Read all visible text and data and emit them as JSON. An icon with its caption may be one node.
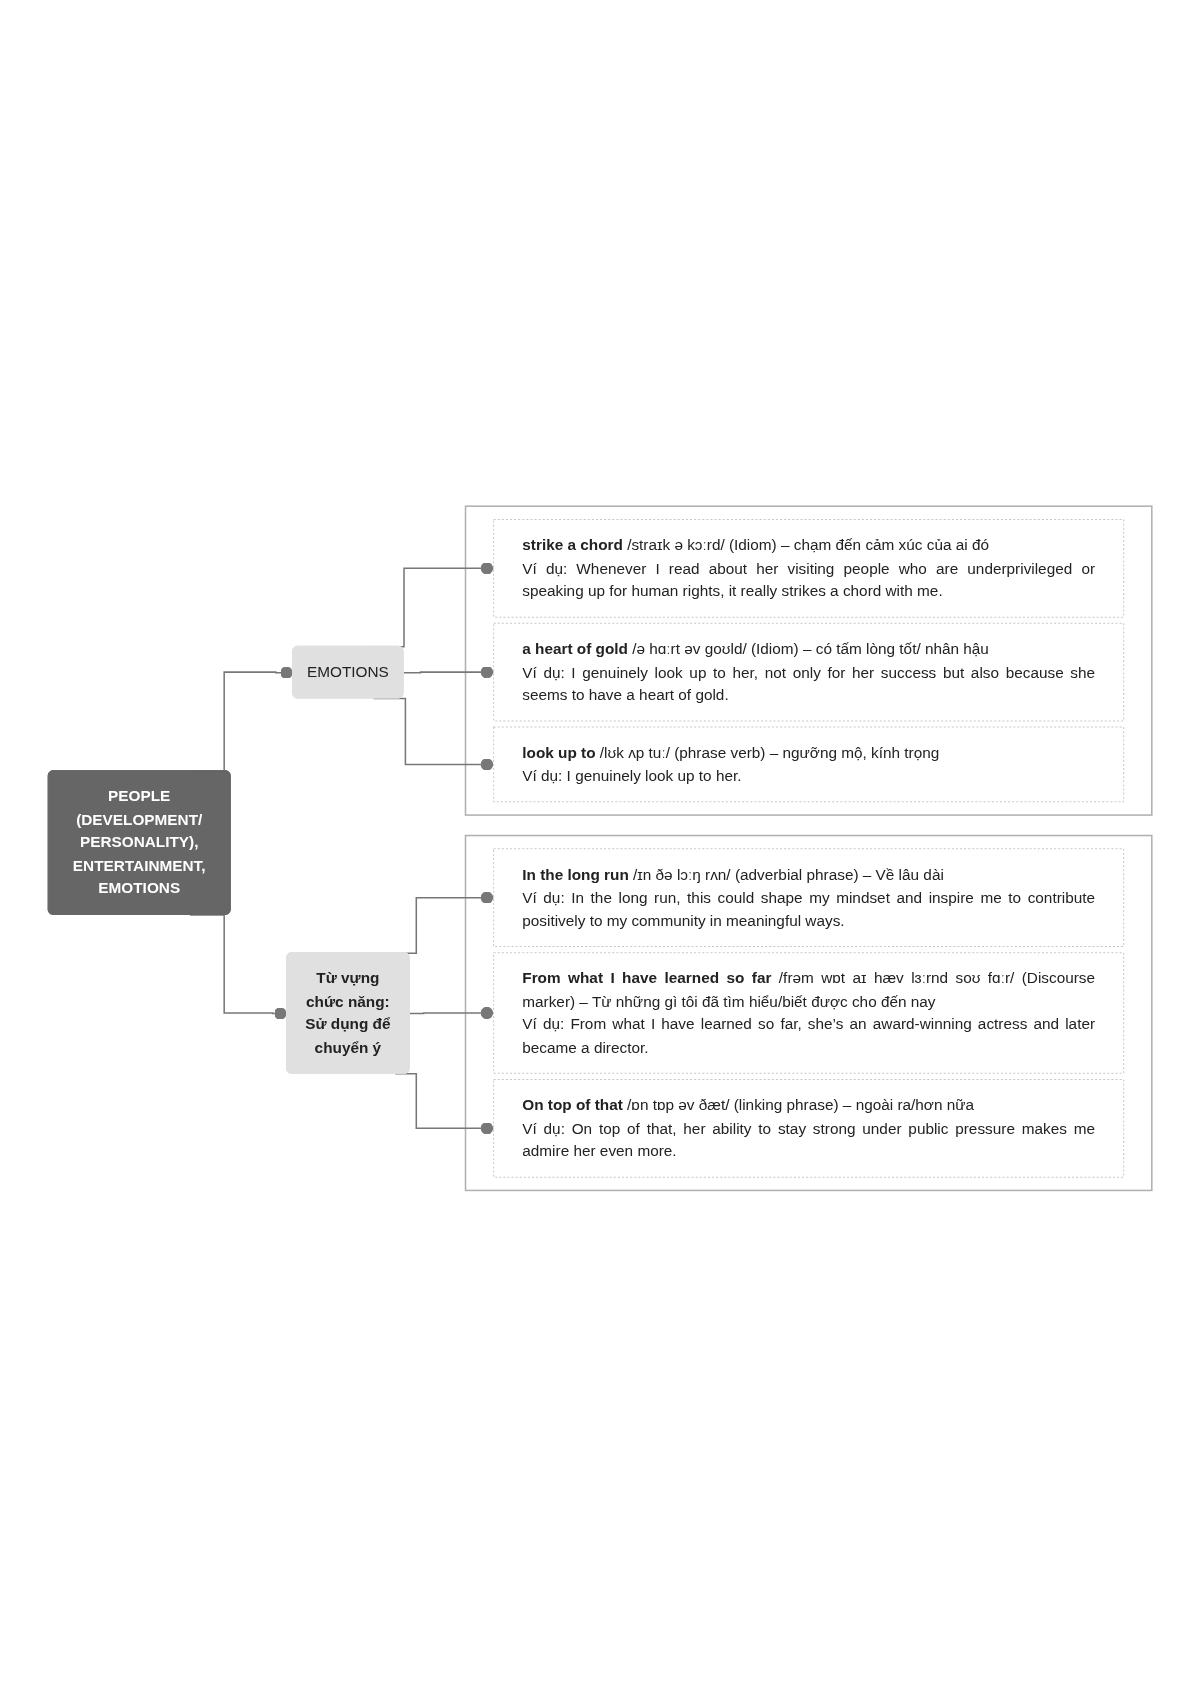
{
  "diagram": {
    "nodes": [
      {
        "text": [
          "PEOPLE (DEVELOPMENT/ PERSONALITY), ENTERTAINMENT, EMOTIONS"
        ]
      },
      {
        "text": [
          "EMOTIONS"
        ]
      },
      {
        "text": [],
        "shape": "box"
      },
      {
        "text": [
          "**strike a chord** /straɪk ə kɔːrd/ (Idiom) – chạm đến cảm xúc của ai đó",
          "Ví dụ: Whenever I read about her visiting people who are underprivileged or speaking up for human rights, it really strikes a chord with me."
        ],
        "in": 2
      },
      {
        "text": [
          "**a heart of gold** /ə hɑːrt əv goʊld/ (Idiom) – có tấm lòng tốt/ nhân hậu",
          "Ví dụ: I genuinely look up to her, not only for her success but also because she seems to have a heart of gold."
        ],
        "in": 2
      },
      {
        "text": [
          "**look up to** /lʊk ʌp tuː/ (phrase verb) – ngưỡng mộ, kính trọng",
          "Ví dụ: I genuinely look up to her."
        ],
        "in": 2
      },
      {
        "text": [
          "Từ vựng chức năng: Sử dụng để chuyển ý"
        ]
      },
      {
        "text": [],
        "shape": "box"
      },
      {
        "text": [
          "**In the long run** /ɪn ðə lɔːŋ rʌn/ (adverbial phrase) – Về lâu dài",
          "Ví dụ: In the long run, this could shape my mindset and inspire me to contribute positively to my community in meaningful ways."
        ],
        "in": 7
      },
      {
        "text": [
          "**From what I have learned so far** /frəm wɒt aɪ hæv lɜːrnd soʊ fɑːr/ (Discourse marker) – Từ những gì tôi đã tìm hiểu/biết được cho đến nay",
          "Ví dụ: From what I have learned so far, she’s an award-winning actress and later became a director."
        ],
        "in": 7
      },
      {
        "text": [
          "**On top of that** /ɒn tɒp əv ðæt/ (linking phrase) – ngoài ra/hơn nữa",
          "Ví dụ: On top of that, her ability to stay strong under public pressure makes me admire her even more."
        ],
        "in": 7
      }
    ],
    "edges": [
      {
        "from": 0,
        "to": 1,
        "arrow": "other"
      },
      {
        "from": 0,
        "to": 6,
        "arrow": "other"
      },
      {
        "from": 1,
        "to": 3,
        "arrow": "other"
      },
      {
        "from": 1,
        "to": 4,
        "arrow": "other"
      },
      {
        "from": 1,
        "to": 5,
        "arrow": "other"
      },
      {
        "from": 6,
        "to": 8,
        "arrow": "other"
      },
      {
        "from": 6,
        "to": 9,
        "arrow": "other"
      },
      {
        "from": 6,
        "to": 10,
        "arrow": "other"
      }
    ]
  }
}
